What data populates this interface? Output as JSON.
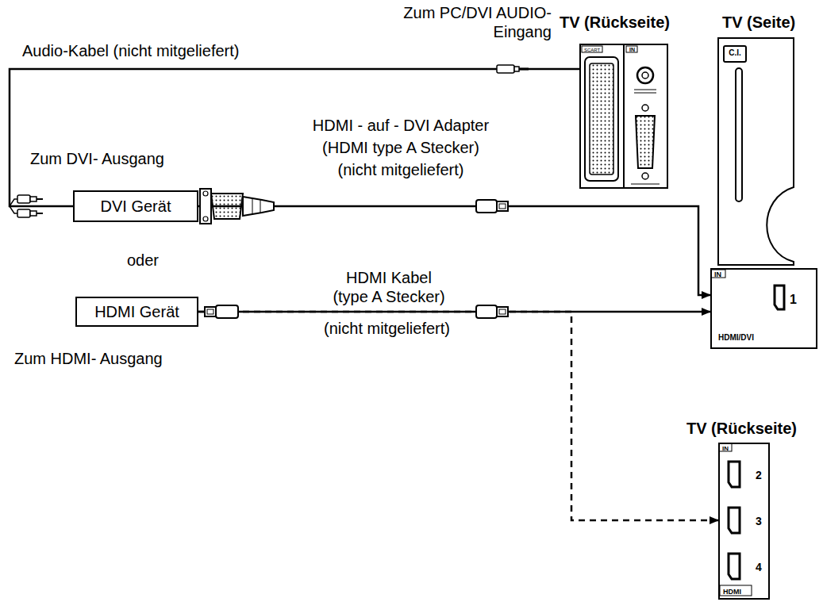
{
  "diagram": {
    "nodes": [
      {
        "text": [
          "DVI Gerät"
        ]
      },
      {
        "text": [
          "HDMI Gerät"
        ]
      },
      {
        "text": [
          "SCART",
          "IN"
        ]
      },
      {
        "text": [
          "IN",
          "1",
          "HDMI/DVI"
        ]
      },
      {
        "text": [
          "IN",
          "2",
          "3",
          "4",
          "HDMI"
        ]
      }
    ],
    "edges": [
      {
        "from": 0,
        "to": 2,
        "arrow": "none"
      },
      {
        "from": 0,
        "to": 3,
        "arrow": "to"
      },
      {
        "from": 1,
        "to": 3,
        "arrow": "to"
      },
      {
        "from": 1,
        "to": 4,
        "arrow": "to"
      }
    ],
    "labels": [
      "Zum PC/DVI AUDIO-Eingang",
      "TV (Rückseite)",
      "TV (Seite)",
      "Audio-Kabel (nicht mitgeliefert)",
      "HDMI - auf - DVI Adapter",
      "(HDMI type A Stecker)",
      "(nicht mitgeliefert)",
      "Zum DVI- Ausgang",
      "oder",
      "HDMI Kabel",
      "(type A Stecker)",
      "(nicht mitgeliefert)",
      "Zum HDMI- Ausgang",
      "TV (Rückseite)",
      "C.I."
    ]
  }
}
